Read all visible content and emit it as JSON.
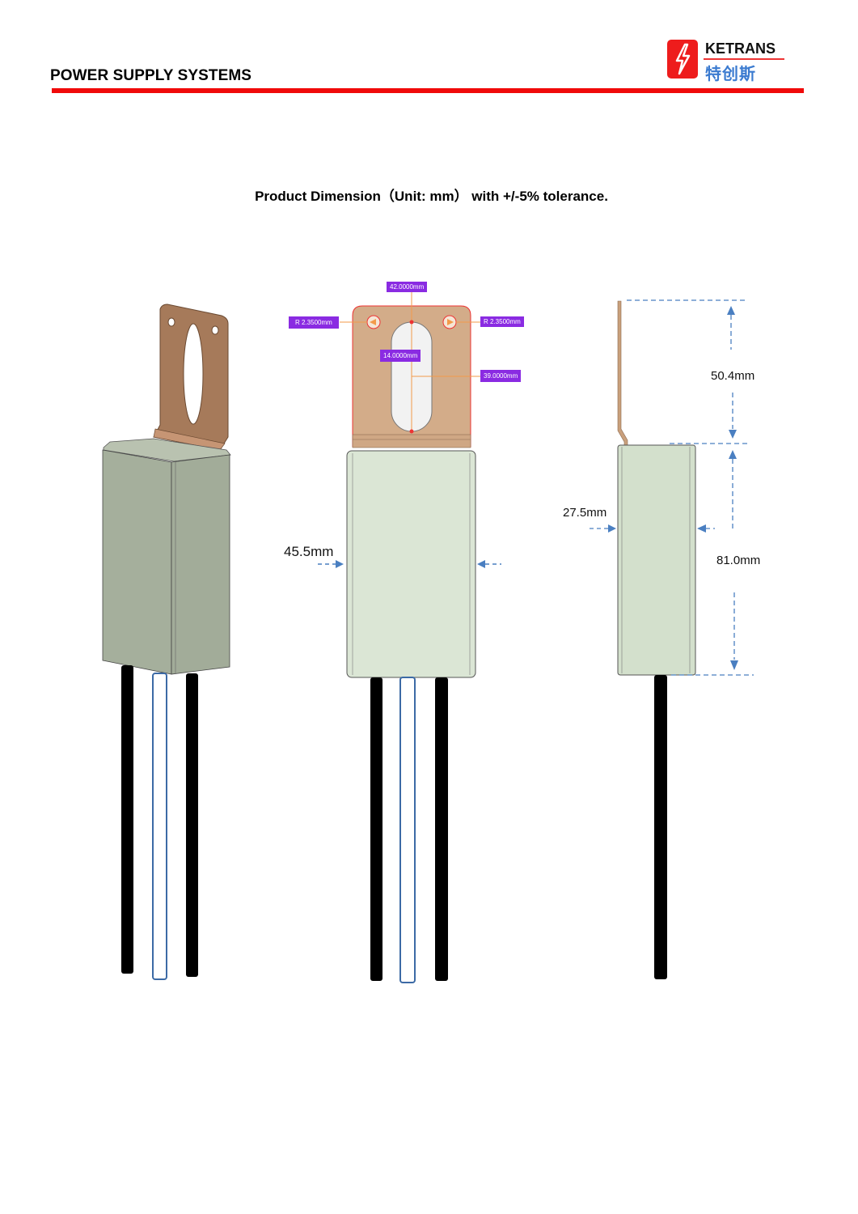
{
  "header": {
    "section_title": "POWER SUPPLY SYSTEMS",
    "brand_en": "KETRANS",
    "brand_cn": "特创斯",
    "accent_color": "#f00a0a"
  },
  "main": {
    "heading": "Product Dimension（Unit: mm） with +/-5% tolerance."
  },
  "front_view": {
    "annotations": {
      "bracket_width": "42.0000mm",
      "left_hole_radius": "R 2.3500mm",
      "right_hole_radius": "R 2.3500mm",
      "slot_width": "14.0000mm",
      "slot_length": "39.0000mm"
    },
    "body_width": "45.5mm"
  },
  "side_view": {
    "bracket_height": "50.4mm",
    "body_depth": "27.5mm",
    "body_height": "81.0mm"
  },
  "colors": {
    "bracket": "#c9a07c",
    "body": "#d9e4d3",
    "iso_body": "#a6b09d",
    "dimension_line": "#4a7fc1",
    "callout_tag": "#8a2be2",
    "wire_black": "#000000",
    "wire_blue": "#3c6aa5"
  }
}
